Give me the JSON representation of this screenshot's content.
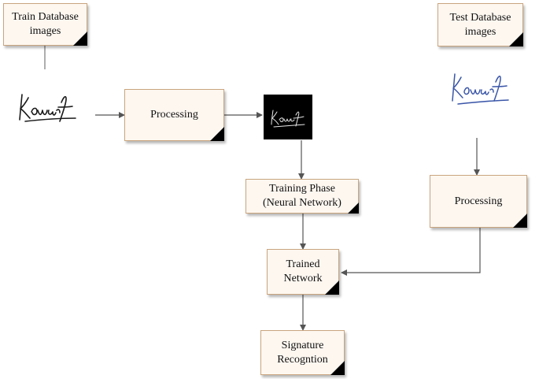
{
  "diagram": {
    "nodes": {
      "train_db": {
        "label": "Train Database\nimages"
      },
      "test_db": {
        "label": "Test Database\nimages"
      },
      "processing_left": {
        "label": "Processing"
      },
      "processing_right": {
        "label": "Processing"
      },
      "training_phase": {
        "label": "Training Phase\n(Neural Network)"
      },
      "trained_network": {
        "label": "Trained\nNetwork"
      },
      "signature_recognition": {
        "label": "Signature\nRecogntion"
      }
    },
    "images": {
      "train_signature": {
        "ink_color": "#1a1a1a"
      },
      "processed_signature": {
        "ink_color": "#e8e8e8",
        "background": "#000000"
      },
      "test_signature": {
        "ink_color": "#3a56a8"
      }
    },
    "colors": {
      "box_fill": "#fdf7f0",
      "box_border": "#c9a57e",
      "arrow": "#555555"
    }
  }
}
